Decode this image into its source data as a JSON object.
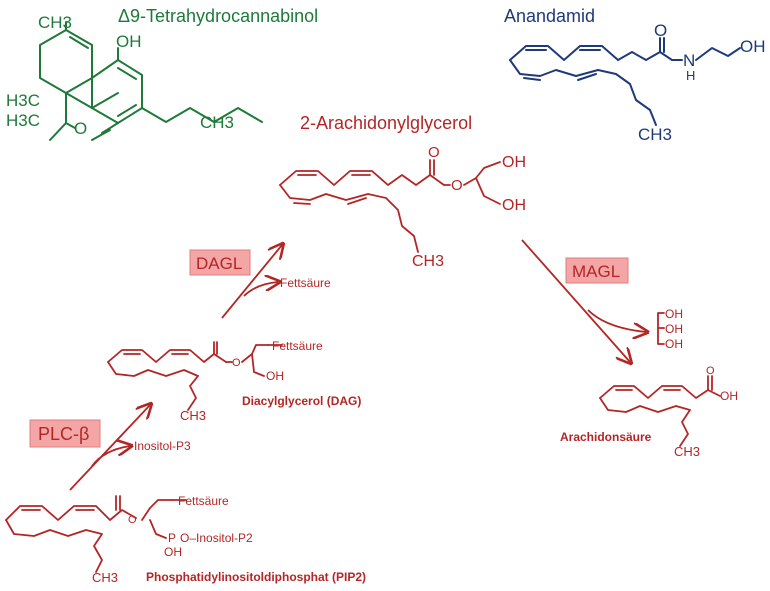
{
  "molecules": {
    "thc": {
      "name": "Δ9-Tetrahydrocannabinol",
      "label_oh": "OH",
      "label_o": "O",
      "label_ch3_top": "CH3",
      "label_h3c_1": "H3C",
      "label_h3c_2": "H3C",
      "label_ch3_tail": "CH3"
    },
    "anandamid": {
      "name": "Anandamid",
      "label_o": "O",
      "label_n": "N",
      "label_h": "H",
      "label_oh": "OH",
      "label_ch3": "CH3"
    },
    "ag2": {
      "name": "2-Arachidonylglycerol",
      "label_o_carbonyl": "O",
      "label_o_ester": "O",
      "label_oh1": "OH",
      "label_oh2": "OH",
      "label_ch3": "CH3"
    },
    "dag": {
      "name": "Diacylglycerol (DAG)",
      "label_fa": "Fettsäure",
      "label_oh": "OH",
      "label_ch3": "CH3"
    },
    "pip2": {
      "name": "Phosphatidylinositoldiphosphat (PIP2)",
      "label_fa": "Fettsäure",
      "label_inositol": "O–Inositol-P2",
      "label_p": "P",
      "label_oh": "OH",
      "label_ch3": "CH3"
    },
    "arachidon": {
      "name": "Arachidonsäure",
      "label_oh": "OH",
      "label_ch3": "CH3"
    },
    "glycerol": {
      "oh1": "OH",
      "oh2": "OH",
      "oh3": "OH"
    }
  },
  "enzymes": {
    "plc": "PLC-β",
    "dagl": "DAGL",
    "magl": "MAGL"
  },
  "byproducts": {
    "inositol": "Inositol-P3",
    "fettsaeure": "Fettsäure"
  },
  "colors": {
    "thc": "#1f7a3a",
    "anandamid": "#1f3a7a",
    "pathway": "#b32626",
    "enzyme_box": "#f4a6a6"
  }
}
